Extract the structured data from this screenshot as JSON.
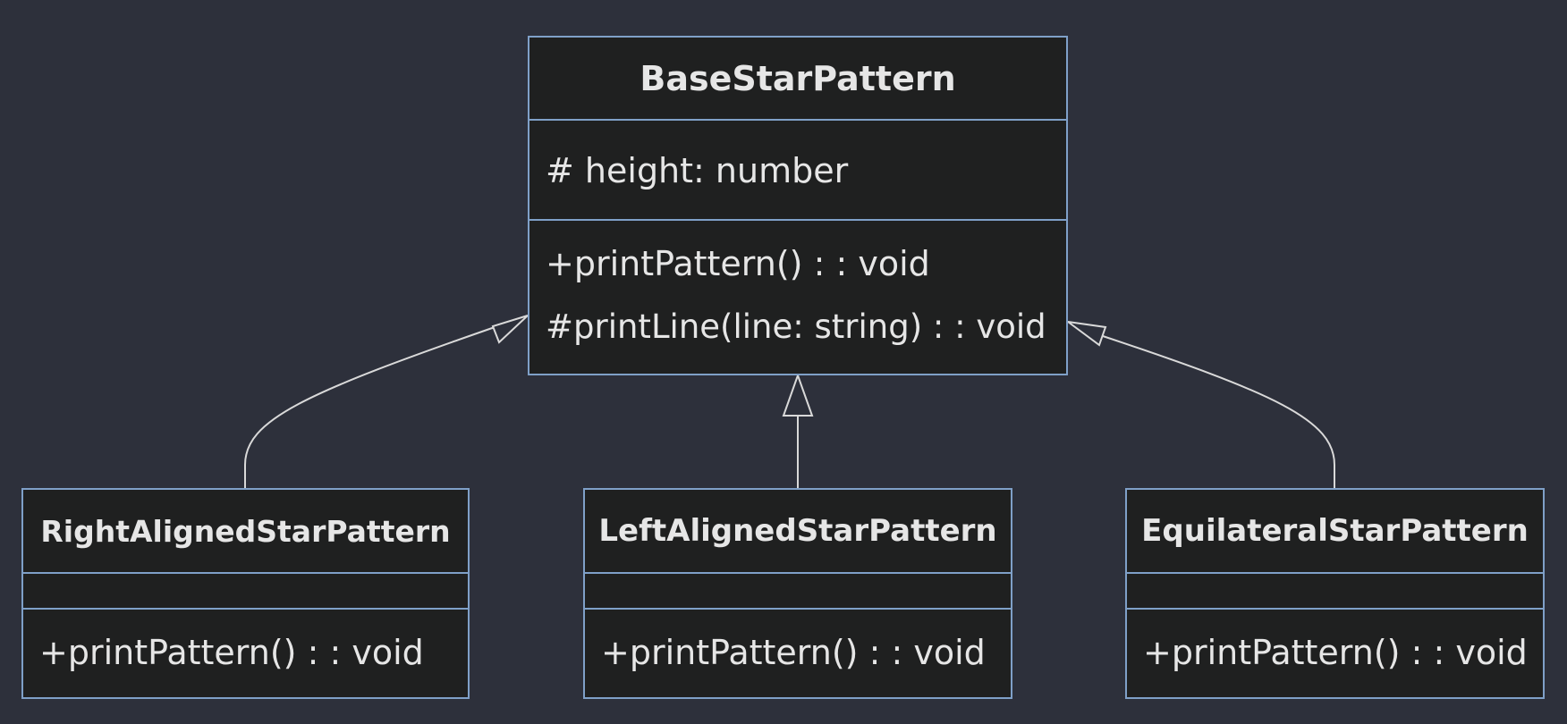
{
  "diagram": {
    "colors": {
      "background": "#2d303b",
      "box_fill": "#1f2020",
      "box_border": "#7fa0c8",
      "text": "#e6e6e6",
      "edge": "#d9d9d9"
    },
    "classes": {
      "base": {
        "name": "BaseStarPattern",
        "attributes": [
          "# height: number"
        ],
        "methods": [
          "+printPattern() : : void",
          "#printLine(line: string) : : void"
        ]
      },
      "right": {
        "name": "RightAlignedStarPattern",
        "attributes": [],
        "methods": [
          "+printPattern() : : void"
        ]
      },
      "left": {
        "name": "LeftAlignedStarPattern",
        "attributes": [],
        "methods": [
          "+printPattern() : : void"
        ]
      },
      "equilateral": {
        "name": "EquilateralStarPattern",
        "attributes": [],
        "methods": [
          "+printPattern() : : void"
        ]
      }
    },
    "relations": [
      {
        "from": "RightAlignedStarPattern",
        "to": "BaseStarPattern",
        "type": "inheritance"
      },
      {
        "from": "LeftAlignedStarPattern",
        "to": "BaseStarPattern",
        "type": "inheritance"
      },
      {
        "from": "EquilateralStarPattern",
        "to": "BaseStarPattern",
        "type": "inheritance"
      }
    ]
  }
}
